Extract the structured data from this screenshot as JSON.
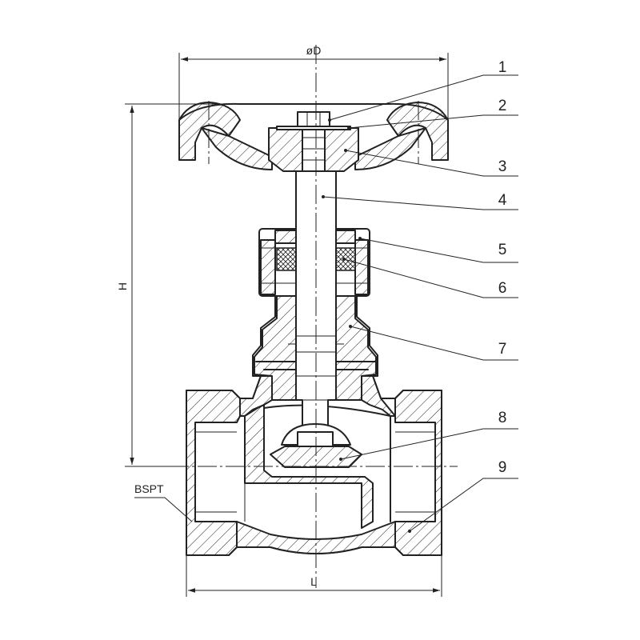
{
  "dimensions": {
    "diameter": "øD",
    "height": "H",
    "length": "L",
    "thread": "BSPT"
  },
  "callouts": [
    "1",
    "2",
    "3",
    "4",
    "5",
    "6",
    "7",
    "8",
    "9"
  ]
}
